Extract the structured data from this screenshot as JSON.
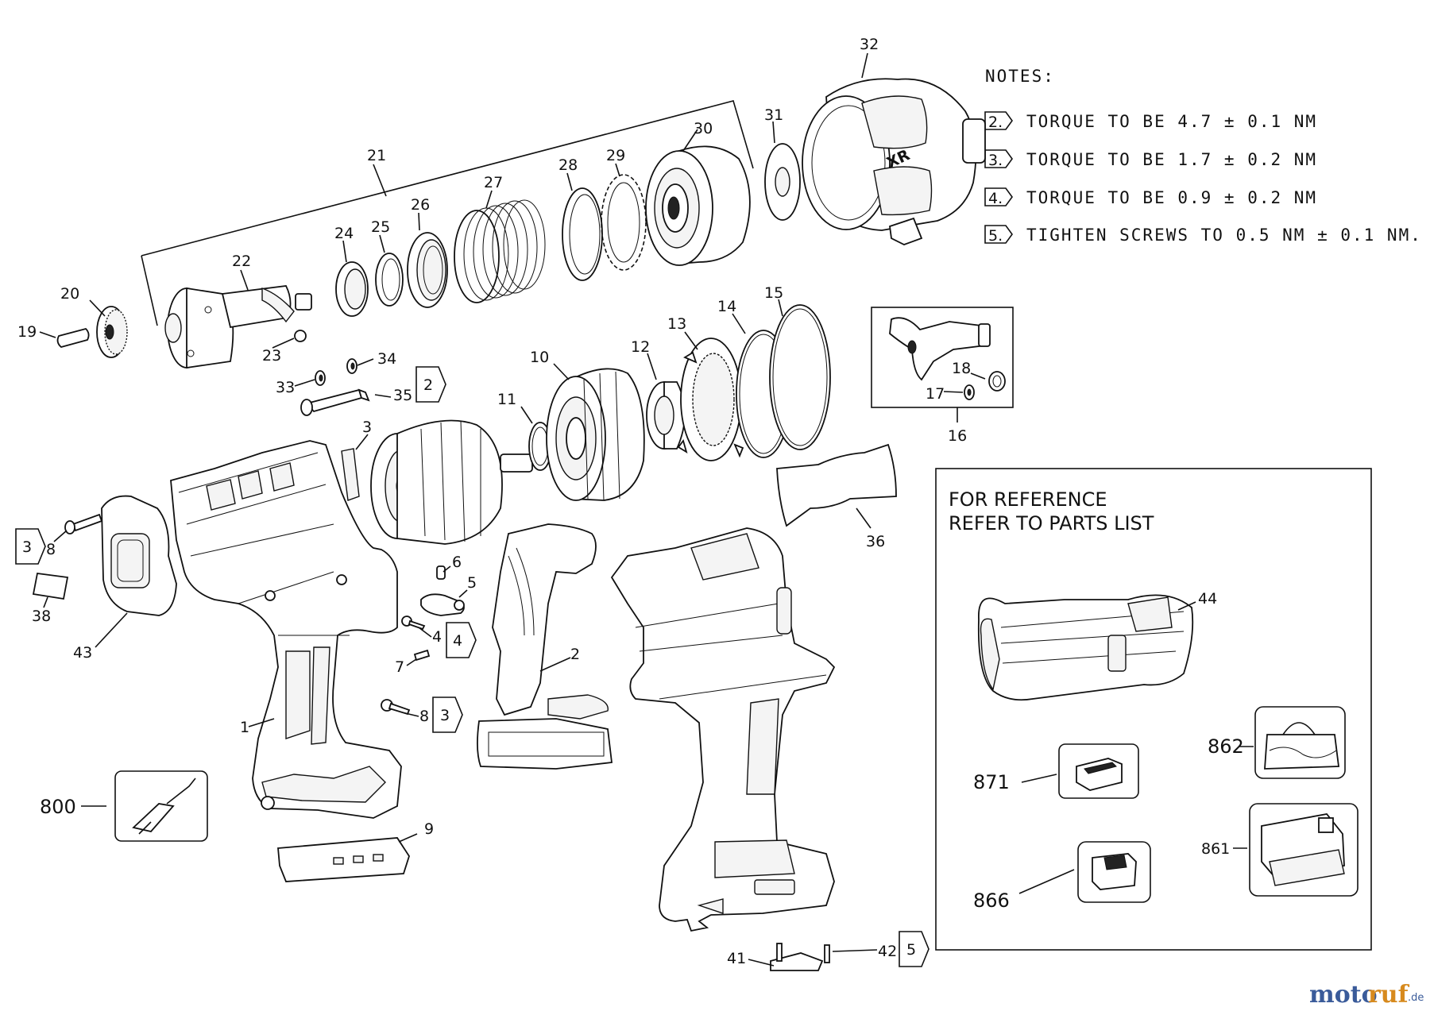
{
  "notes": {
    "title": "NOTES:",
    "items": [
      {
        "flag": "2.",
        "text": "TORQUE TO BE 4.7 ± 0.1 NM"
      },
      {
        "flag": "3.",
        "text": "TORQUE TO BE 1.7 ± 0.2 NM"
      },
      {
        "flag": "4.",
        "text": "TORQUE TO BE 0.9 ± 0.2 NM"
      },
      {
        "flag": "5.",
        "text": "TIGHTEN SCREWS TO 0.5 NM  ± 0.1 NM."
      }
    ]
  },
  "reference": {
    "line1": "FOR REFERENCE",
    "line2": "REFER TO PARTS LIST"
  },
  "parts": {
    "p1": "1",
    "p2": "2",
    "p3": "3",
    "p4": "4",
    "p5": "5",
    "p6": "6",
    "p7": "7",
    "p8a": "8",
    "p8b": "8",
    "p9": "9",
    "p10": "10",
    "p11": "11",
    "p12": "12",
    "p13": "13",
    "p14": "14",
    "p15": "15",
    "p16": "16",
    "p17": "17",
    "p18": "18",
    "p19": "19",
    "p20": "20",
    "p21": "21",
    "p22": "22",
    "p23": "23",
    "p24": "24",
    "p25": "25",
    "p26": "26",
    "p27": "27",
    "p28": "28",
    "p29": "29",
    "p30": "30",
    "p31": "31",
    "p32": "32",
    "p33": "33",
    "p34": "34",
    "p35": "35",
    "p36": "36",
    "p38": "38",
    "p41": "41",
    "p42": "42",
    "p43": "43",
    "p44": "44",
    "p800": "800",
    "p861": "861",
    "p862": "862",
    "p866": "866",
    "p871": "871"
  },
  "flags": {
    "f2": "2",
    "f3a": "3",
    "f3b": "3",
    "f4": "4",
    "f5": "5"
  },
  "housing_mark": "XR",
  "watermark": {
    "main1": "moto",
    "main2": "ruf",
    "suffix": ".de"
  }
}
